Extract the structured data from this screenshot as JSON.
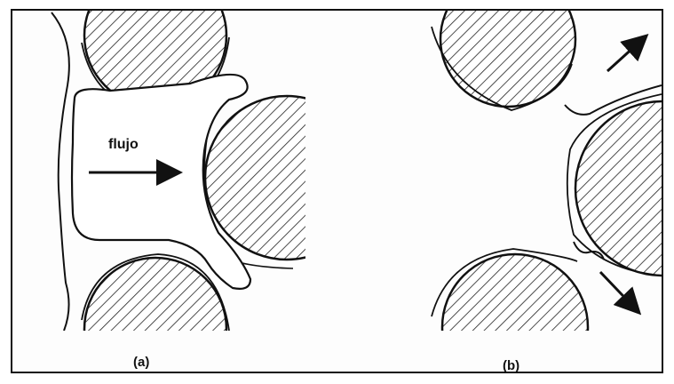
{
  "labels": {
    "flow": "flujo",
    "panel_a": "(a)",
    "panel_b": "(b)"
  },
  "colors": {
    "ink": "#111111",
    "background": "#fdfdfd"
  }
}
